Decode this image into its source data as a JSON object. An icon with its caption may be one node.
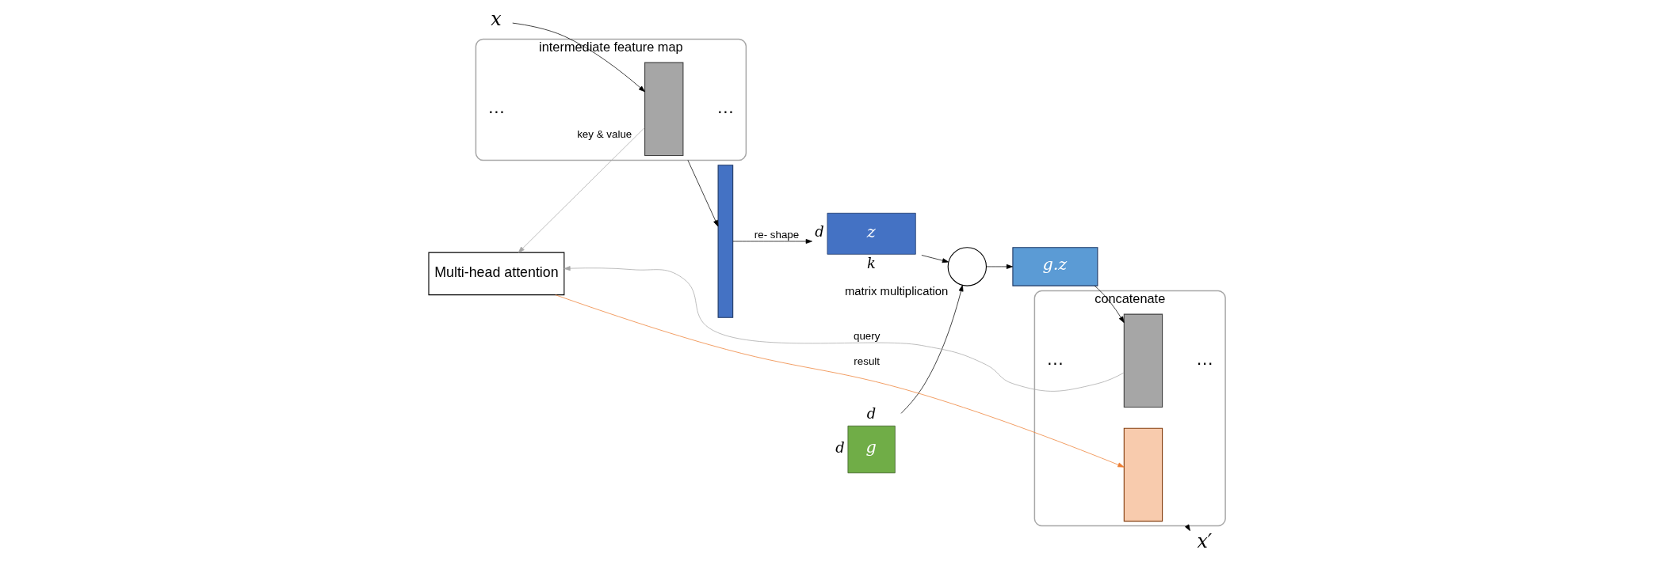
{
  "diagram": {
    "nodes": [
      {
        "text": [
          "x"
        ]
      },
      {
        "text": [
          "intermediate feature map",
          "…",
          "…"
        ]
      },
      {
        "text": [],
        "shape": "box",
        "in": 1
      },
      {
        "text": [],
        "shape": "bar"
      },
      {
        "text": [
          "z"
        ],
        "beside": [
          "d",
          "k"
        ]
      },
      {
        "text": [
          "g"
        ],
        "beside": [
          "d",
          "d"
        ]
      },
      {
        "text": [],
        "shape": "circle",
        "beside": [
          "matrix multiplication"
        ]
      },
      {
        "text": [
          "g.z"
        ]
      },
      {
        "text": [
          "concatenate",
          "…",
          "…"
        ]
      },
      {
        "text": [],
        "shape": "box",
        "in": 8
      },
      {
        "text": [],
        "shape": "box",
        "in": 8
      },
      {
        "text": [
          "x′"
        ]
      },
      {
        "text": [
          "Multi-head attention"
        ]
      }
    ],
    "edges": [
      {
        "from": 0,
        "to": 2,
        "arrow": "to"
      },
      {
        "from": 1,
        "to": 3,
        "arrow": "to"
      },
      {
        "from": 3,
        "to": 4,
        "arrow": "to",
        "label": "re- shape"
      },
      {
        "from": 4,
        "to": 6,
        "arrow": "to"
      },
      {
        "from": 5,
        "to": 6,
        "arrow": "to"
      },
      {
        "from": 6,
        "to": 7,
        "arrow": "to"
      },
      {
        "from": 7,
        "to": 9,
        "arrow": "to"
      },
      {
        "from": 8,
        "to": 11,
        "arrow": "to"
      },
      {
        "from": 2,
        "to": 12,
        "arrow": "to",
        "label": "key & value",
        "color": "#a6a6a6"
      },
      {
        "from": 9,
        "to": 12,
        "arrow": "to",
        "label": "query",
        "color": "#a6a6a6"
      },
      {
        "from": 12,
        "to": 10,
        "arrow": "to",
        "label": "result",
        "color": "#ed7d31"
      }
    ]
  }
}
